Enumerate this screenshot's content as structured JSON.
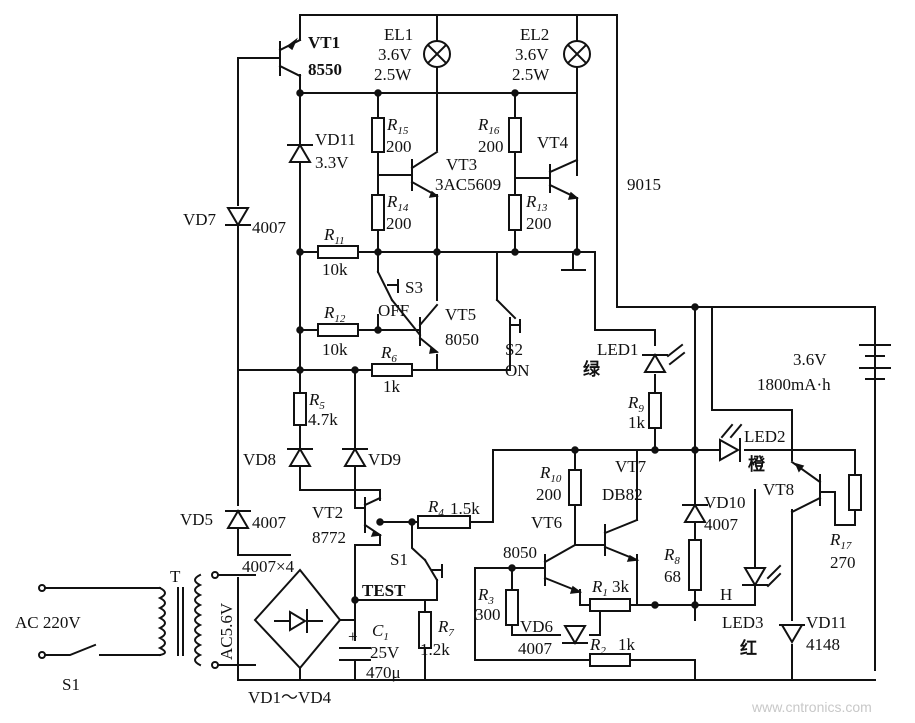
{
  "transistors": {
    "vt1": {
      "name": "VT1",
      "model": "8550"
    },
    "vt2": {
      "name": "VT2",
      "model": "8772"
    },
    "vt3": {
      "name": "VT3",
      "model": "3AC5609"
    },
    "vt4": {
      "name": "VT4"
    },
    "vt5": {
      "name": "VT5",
      "model": "8050"
    },
    "vt6": {
      "name": "VT6",
      "model": "8050"
    },
    "vt7": {
      "name": "VT7",
      "model": "DB82"
    },
    "vt8": {
      "name": "VT8"
    },
    "shared_model": "9015"
  },
  "lamps": {
    "el1": {
      "name": "EL1",
      "voltage": "3.6V",
      "power": "2.5W"
    },
    "el2": {
      "name": "EL2",
      "voltage": "3.6V",
      "power": "2.5W"
    }
  },
  "resistors": {
    "r1": {
      "letter": "R",
      "sub": "1",
      "value": "3k"
    },
    "r2": {
      "letter": "R",
      "sub": "2",
      "value": "1k"
    },
    "r3": {
      "letter": "R",
      "sub": "3",
      "value": "300"
    },
    "r4": {
      "letter": "R",
      "sub": "4",
      "value": "1.5k"
    },
    "r5": {
      "letter": "R",
      "sub": "5",
      "value": "4.7k"
    },
    "r6": {
      "letter": "R",
      "sub": "6",
      "value": "1k"
    },
    "r7": {
      "letter": "R",
      "sub": "7",
      "value": "1.2k"
    },
    "r8": {
      "letter": "R",
      "sub": "8",
      "value": "68"
    },
    "r9": {
      "letter": "R",
      "sub": "9",
      "value": "1k"
    },
    "r10": {
      "letter": "R",
      "sub": "10",
      "value": "200"
    },
    "r11": {
      "letter": "R",
      "sub": "11",
      "value": "10k"
    },
    "r12": {
      "letter": "R",
      "sub": "12",
      "value": "10k"
    },
    "r13": {
      "letter": "R",
      "sub": "13",
      "value": "200"
    },
    "r14": {
      "letter": "R",
      "sub": "14",
      "value": "200"
    },
    "r15": {
      "letter": "R",
      "sub": "15",
      "value": "200"
    },
    "r16": {
      "letter": "R",
      "sub": "16",
      "value": "200"
    },
    "r17": {
      "letter": "R",
      "sub": "17",
      "value": "270"
    }
  },
  "diodes": {
    "vd5": {
      "name": "VD5",
      "value": "4007"
    },
    "vd6": {
      "name": "VD6",
      "value": "4007"
    },
    "vd7": {
      "name": "VD7",
      "value": "4007"
    },
    "vd8": {
      "name": "VD8"
    },
    "vd9": {
      "name": "VD9"
    },
    "vd10": {
      "name": "VD10",
      "value": "4007"
    },
    "vd11_zener": {
      "name": "VD11",
      "value": "3.3V"
    },
    "vd11_signal": {
      "name": "VD11",
      "value": "4148"
    }
  },
  "leds": {
    "led1": {
      "name": "LED1",
      "color": "绿"
    },
    "led2": {
      "name": "LED2",
      "color": "橙"
    },
    "led3": {
      "name": "LED3",
      "color": "红"
    }
  },
  "switches": {
    "s1_ac": "S1",
    "s1_test": "S1",
    "test": "TEST",
    "s2": "S2",
    "s2_state": "ON",
    "s3": "S3",
    "s3_state": "OFF"
  },
  "power": {
    "ac_label": "AC  220V",
    "transformer": "T",
    "secondary": "AC5.6V",
    "bridge_top": "4007×4",
    "bridge_name": "VD1～VD4",
    "battery_voltage": "3.6V",
    "battery_capacity": "1800mA·h"
  },
  "capacitor": {
    "name": "C",
    "sub": "1",
    "voltage": "25V",
    "capacitance": "470μ",
    "polarity": "+"
  },
  "node_h": "H",
  "watermark": "www.cntronics.com"
}
